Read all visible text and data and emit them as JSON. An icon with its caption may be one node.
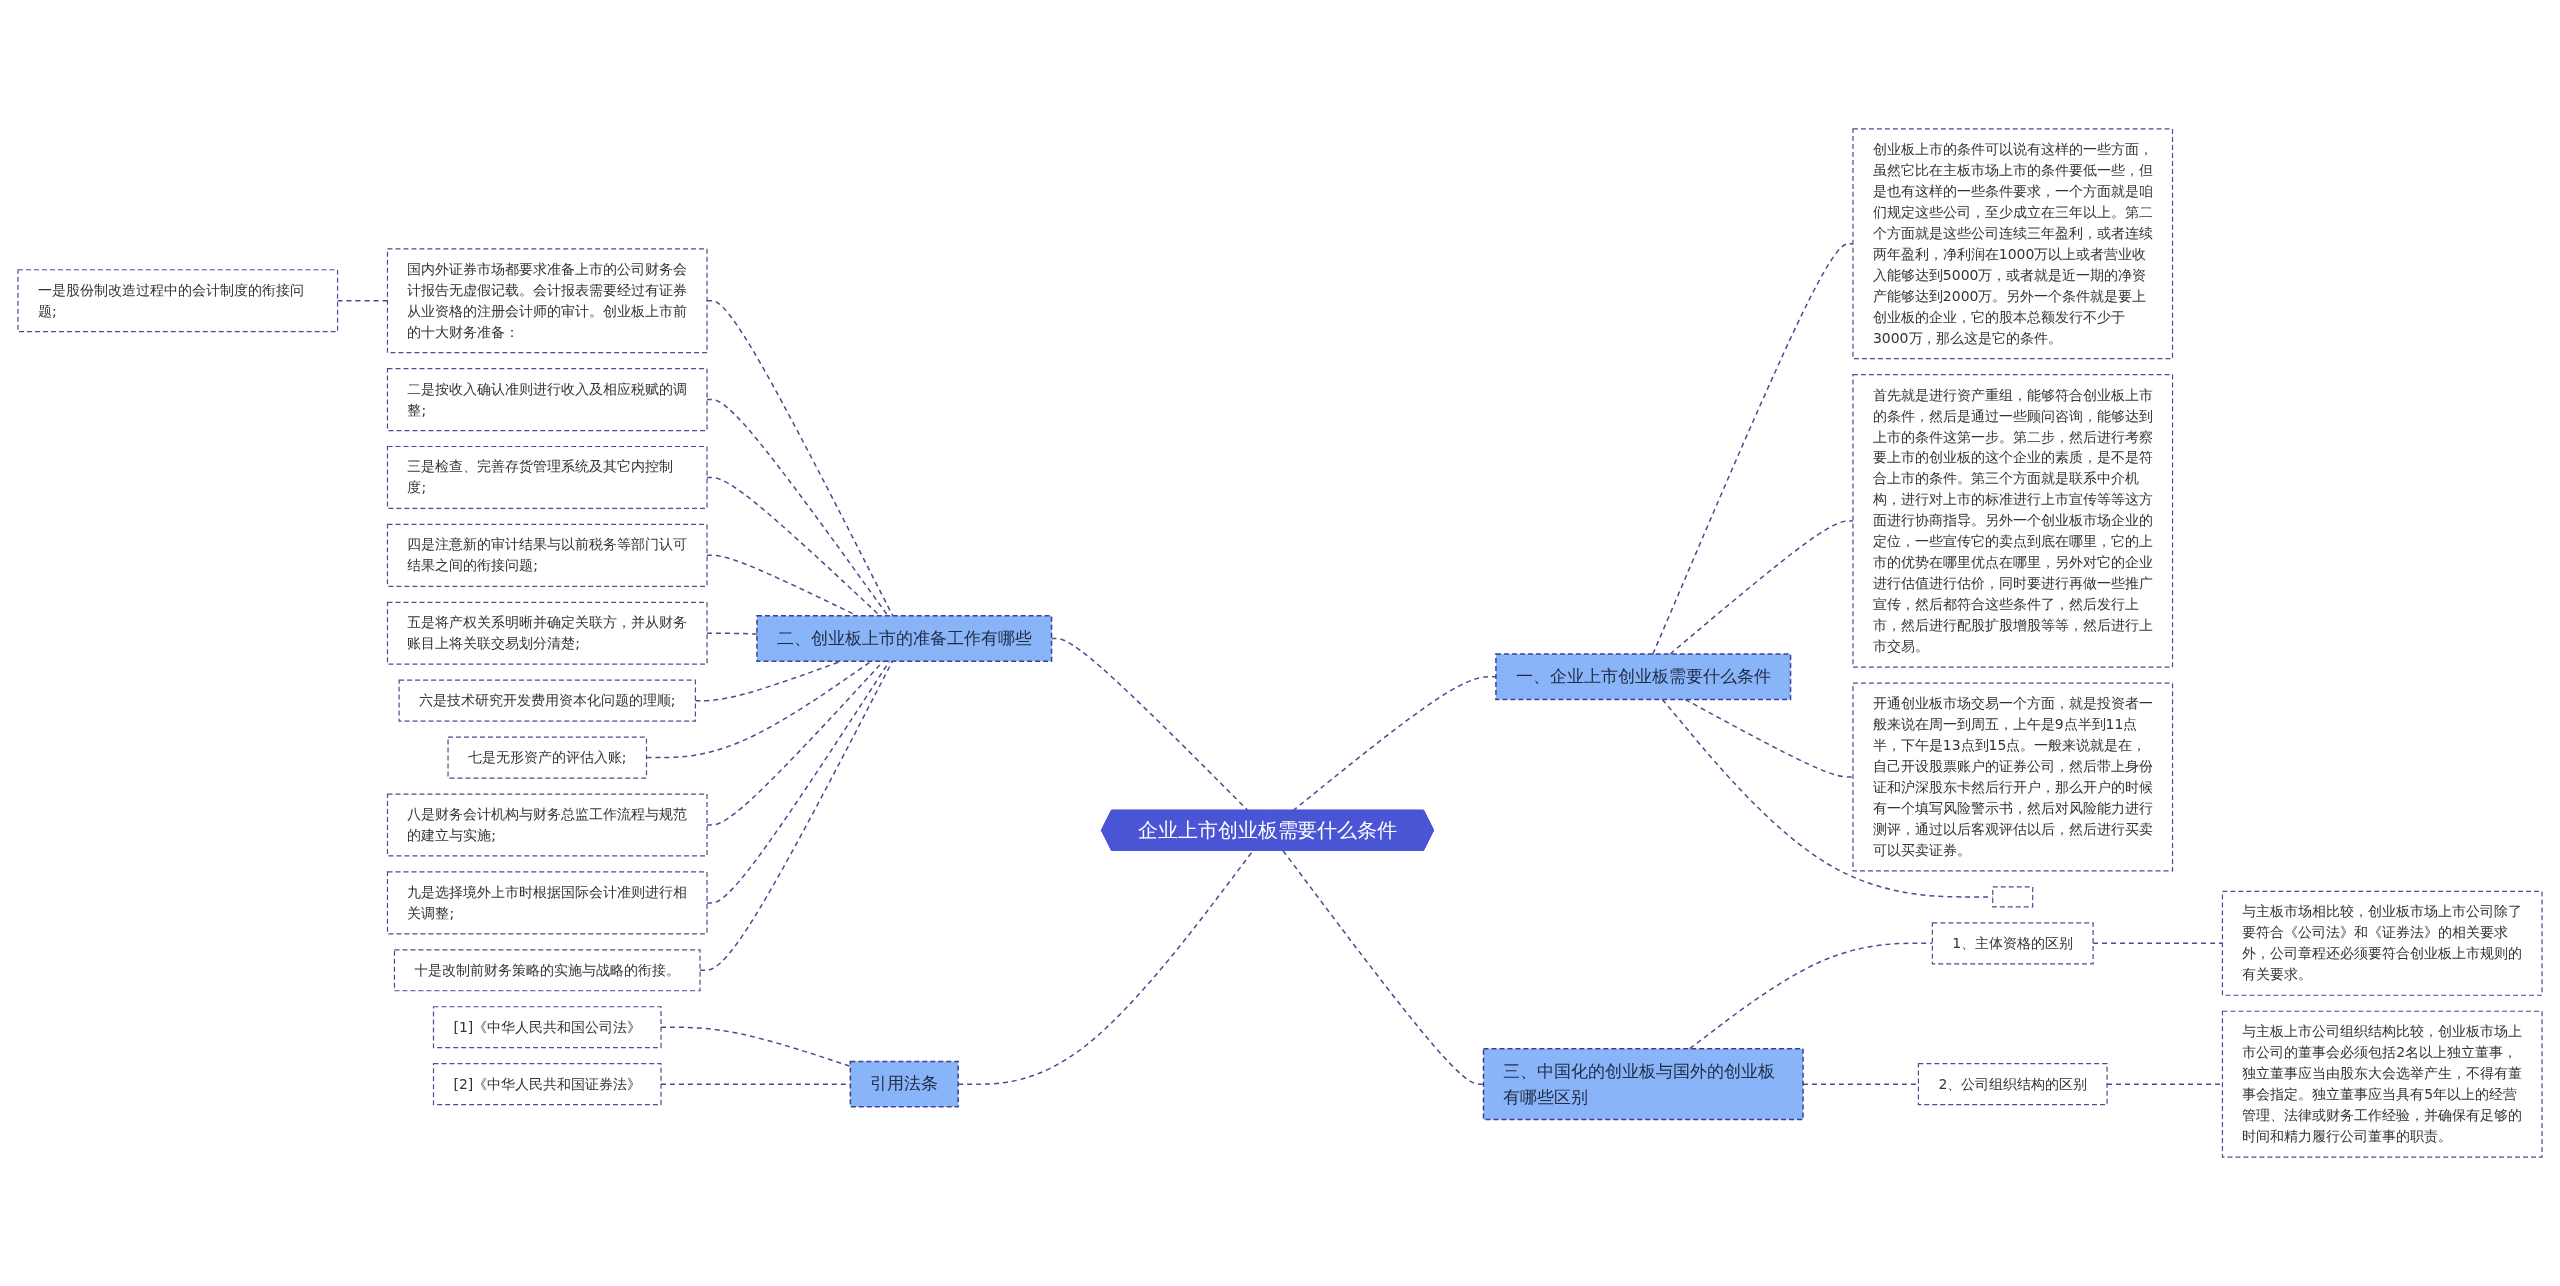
{
  "diagram": {
    "nodes": [
      {
        "text": [
          "企业上市创业板需要什么条件"
        ]
      },
      {
        "text": [
          "一、企业上市创业板需要什么条件"
        ]
      },
      {
        "text": [
          "创业板上市的条件可以说有这样的一些方面，虽然它比在主板市场上市的条件要低一些，但是也有这样的一些条件要求，一个方面就是咱们规定这些公司，至少成立在三年以上。第二个方面就是这些公司连续三年盈利，或者连续两年盈利，净利润在1000万以上或者营业收入能够达到5000万，或者就是近一期的净资产能够达到2000万。另外一个条件就是要上创业板的企业，它的股本总额发行不少于3000万，那么这是它的条件。"
        ]
      },
      {
        "text": [
          "首先就是进行资产重组，能够符合创业板上市的条件，然后是通过一些顾问咨询，能够达到上市的条件这第一步。第二步，然后进行考察要上市的创业板的这个企业的素质，是不是符合上市的条件。第三个方面就是联系中介机构，进行对上市的标准进行上市宣传等等这方面进行协商指导。另外一个创业板市场企业的定位，一些宣传它的卖点到底在哪里，它的上市的优势在哪里优点在哪里，另外对它的企业进行估值进行估价，同时要进行再做一些推广宣传，然后都符合这些条件了，然后发行上市，然后进行配股扩股增股等等，然后进行上市交易。"
        ]
      },
      {
        "text": [
          "开通创业板市场交易一个方面，就是投资者一般来说在周一到周五，上午是9点半到11点半，下午是13点到15点。一般来说就是在，自己开设股票账户的证券公司，然后带上身份证和沪深股东卡然后行开户，那么开户的时候有一个填写风险警示书，然后对风险能力进行测评，通过以后客观评估以后，然后进行买卖可以买卖证券。"
        ]
      },
      {
        "text": [],
        "shape": "box"
      },
      {
        "text": [
          "二、创业板上市的准备工作有哪些"
        ]
      },
      {
        "text": [
          "国内外证券市场都要求准备上市的公司财务会计报告无虚假记载。会计报表需要经过有证券从业资格的注册会计师的审计。创业板上市前的十大财务准备："
        ]
      },
      {
        "text": [
          "一是股份制改造过程中的会计制度的衔接问题;"
        ]
      },
      {
        "text": [
          "二是按收入确认准则进行收入及相应税赋的调整;"
        ]
      },
      {
        "text": [
          "三是检查、完善存货管理系统及其它内控制度;"
        ]
      },
      {
        "text": [
          "四是注意新的审计结果与以前税务等部门认可结果之间的衔接问题;"
        ]
      },
      {
        "text": [
          "五是将产权关系明晰并确定关联方，并从财务账目上将关联交易划分清楚;"
        ]
      },
      {
        "text": [
          "六是技术研究开发费用资本化问题的理顺;"
        ]
      },
      {
        "text": [
          "七是无形资产的评估入账;"
        ]
      },
      {
        "text": [
          "八是财务会计机构与财务总监工作流程与规范的建立与实施;"
        ]
      },
      {
        "text": [
          "九是选择境外上市时根据国际会计准则进行相关调整;"
        ]
      },
      {
        "text": [
          "十是改制前财务策略的实施与战略的衔接。"
        ]
      },
      {
        "text": [
          "三、中国化的创业板与国外的创业板有哪些区别"
        ]
      },
      {
        "text": [
          "1、主体资格的区别"
        ]
      },
      {
        "text": [
          "与主板市场相比较，创业板市场上市公司除了要符合《公司法》和《证券法》的相关要求外，公司章程还必须要符合创业板上市规则的有关要求。"
        ]
      },
      {
        "text": [
          "2、公司组织结构的区别"
        ]
      },
      {
        "text": [
          "与主板上市公司组织结构比较，创业板市场上市公司的董事会必须包括2名以上独立董事，独立董事应当由股东大会选举产生，不得有董事会指定。独立董事应当具有5年以上的经营管理、法律或财务工作经验，并确保有足够的时间和精力履行公司董事的职责。"
        ]
      },
      {
        "text": [
          "引用法条"
        ]
      },
      {
        "text": [
          "[1]《中华人民共和国公司法》"
        ]
      },
      {
        "text": [
          "[2]《中华人民共和国证券法》"
        ]
      }
    ],
    "edges": [
      {
        "from": 0,
        "to": 1,
        "arrow": "none",
        "style": "dashed"
      },
      {
        "from": 1,
        "to": 2,
        "arrow": "none",
        "style": "dashed"
      },
      {
        "from": 1,
        "to": 3,
        "arrow": "none",
        "style": "dashed"
      },
      {
        "from": 1,
        "to": 4,
        "arrow": "none",
        "style": "dashed"
      },
      {
        "from": 1,
        "to": 5,
        "arrow": "none",
        "style": "dashed"
      },
      {
        "from": 6,
        "to": 0,
        "arrow": "none",
        "style": "dashed"
      },
      {
        "from": 7,
        "to": 6,
        "arrow": "none",
        "style": "dashed"
      },
      {
        "from": 8,
        "to": 7,
        "arrow": "none",
        "style": "dashed"
      },
      {
        "from": 9,
        "to": 6,
        "arrow": "none",
        "style": "dashed"
      },
      {
        "from": 10,
        "to": 6,
        "arrow": "none",
        "style": "dashed"
      },
      {
        "from": 11,
        "to": 6,
        "arrow": "none",
        "style": "dashed"
      },
      {
        "from": 12,
        "to": 6,
        "arrow": "none",
        "style": "dashed"
      },
      {
        "from": 13,
        "to": 6,
        "arrow": "none",
        "style": "dashed"
      },
      {
        "from": 14,
        "to": 6,
        "arrow": "none",
        "style": "dashed"
      },
      {
        "from": 15,
        "to": 6,
        "arrow": "none",
        "style": "dashed"
      },
      {
        "from": 16,
        "to": 6,
        "arrow": "none",
        "style": "dashed"
      },
      {
        "from": 17,
        "to": 6,
        "arrow": "none",
        "style": "dashed"
      },
      {
        "from": 0,
        "to": 18,
        "arrow": "none",
        "style": "dashed"
      },
      {
        "from": 18,
        "to": 19,
        "arrow": "none",
        "style": "dashed"
      },
      {
        "from": 19,
        "to": 20,
        "arrow": "none",
        "style": "dashed"
      },
      {
        "from": 18,
        "to": 21,
        "arrow": "none",
        "style": "dashed"
      },
      {
        "from": 21,
        "to": 22,
        "arrow": "none",
        "style": "dashed"
      },
      {
        "from": 23,
        "to": 0,
        "arrow": "none",
        "style": "dashed"
      },
      {
        "from": 24,
        "to": 23,
        "arrow": "none",
        "style": "dashed"
      },
      {
        "from": 25,
        "to": 23,
        "arrow": "none",
        "style": "dashed"
      }
    ]
  }
}
